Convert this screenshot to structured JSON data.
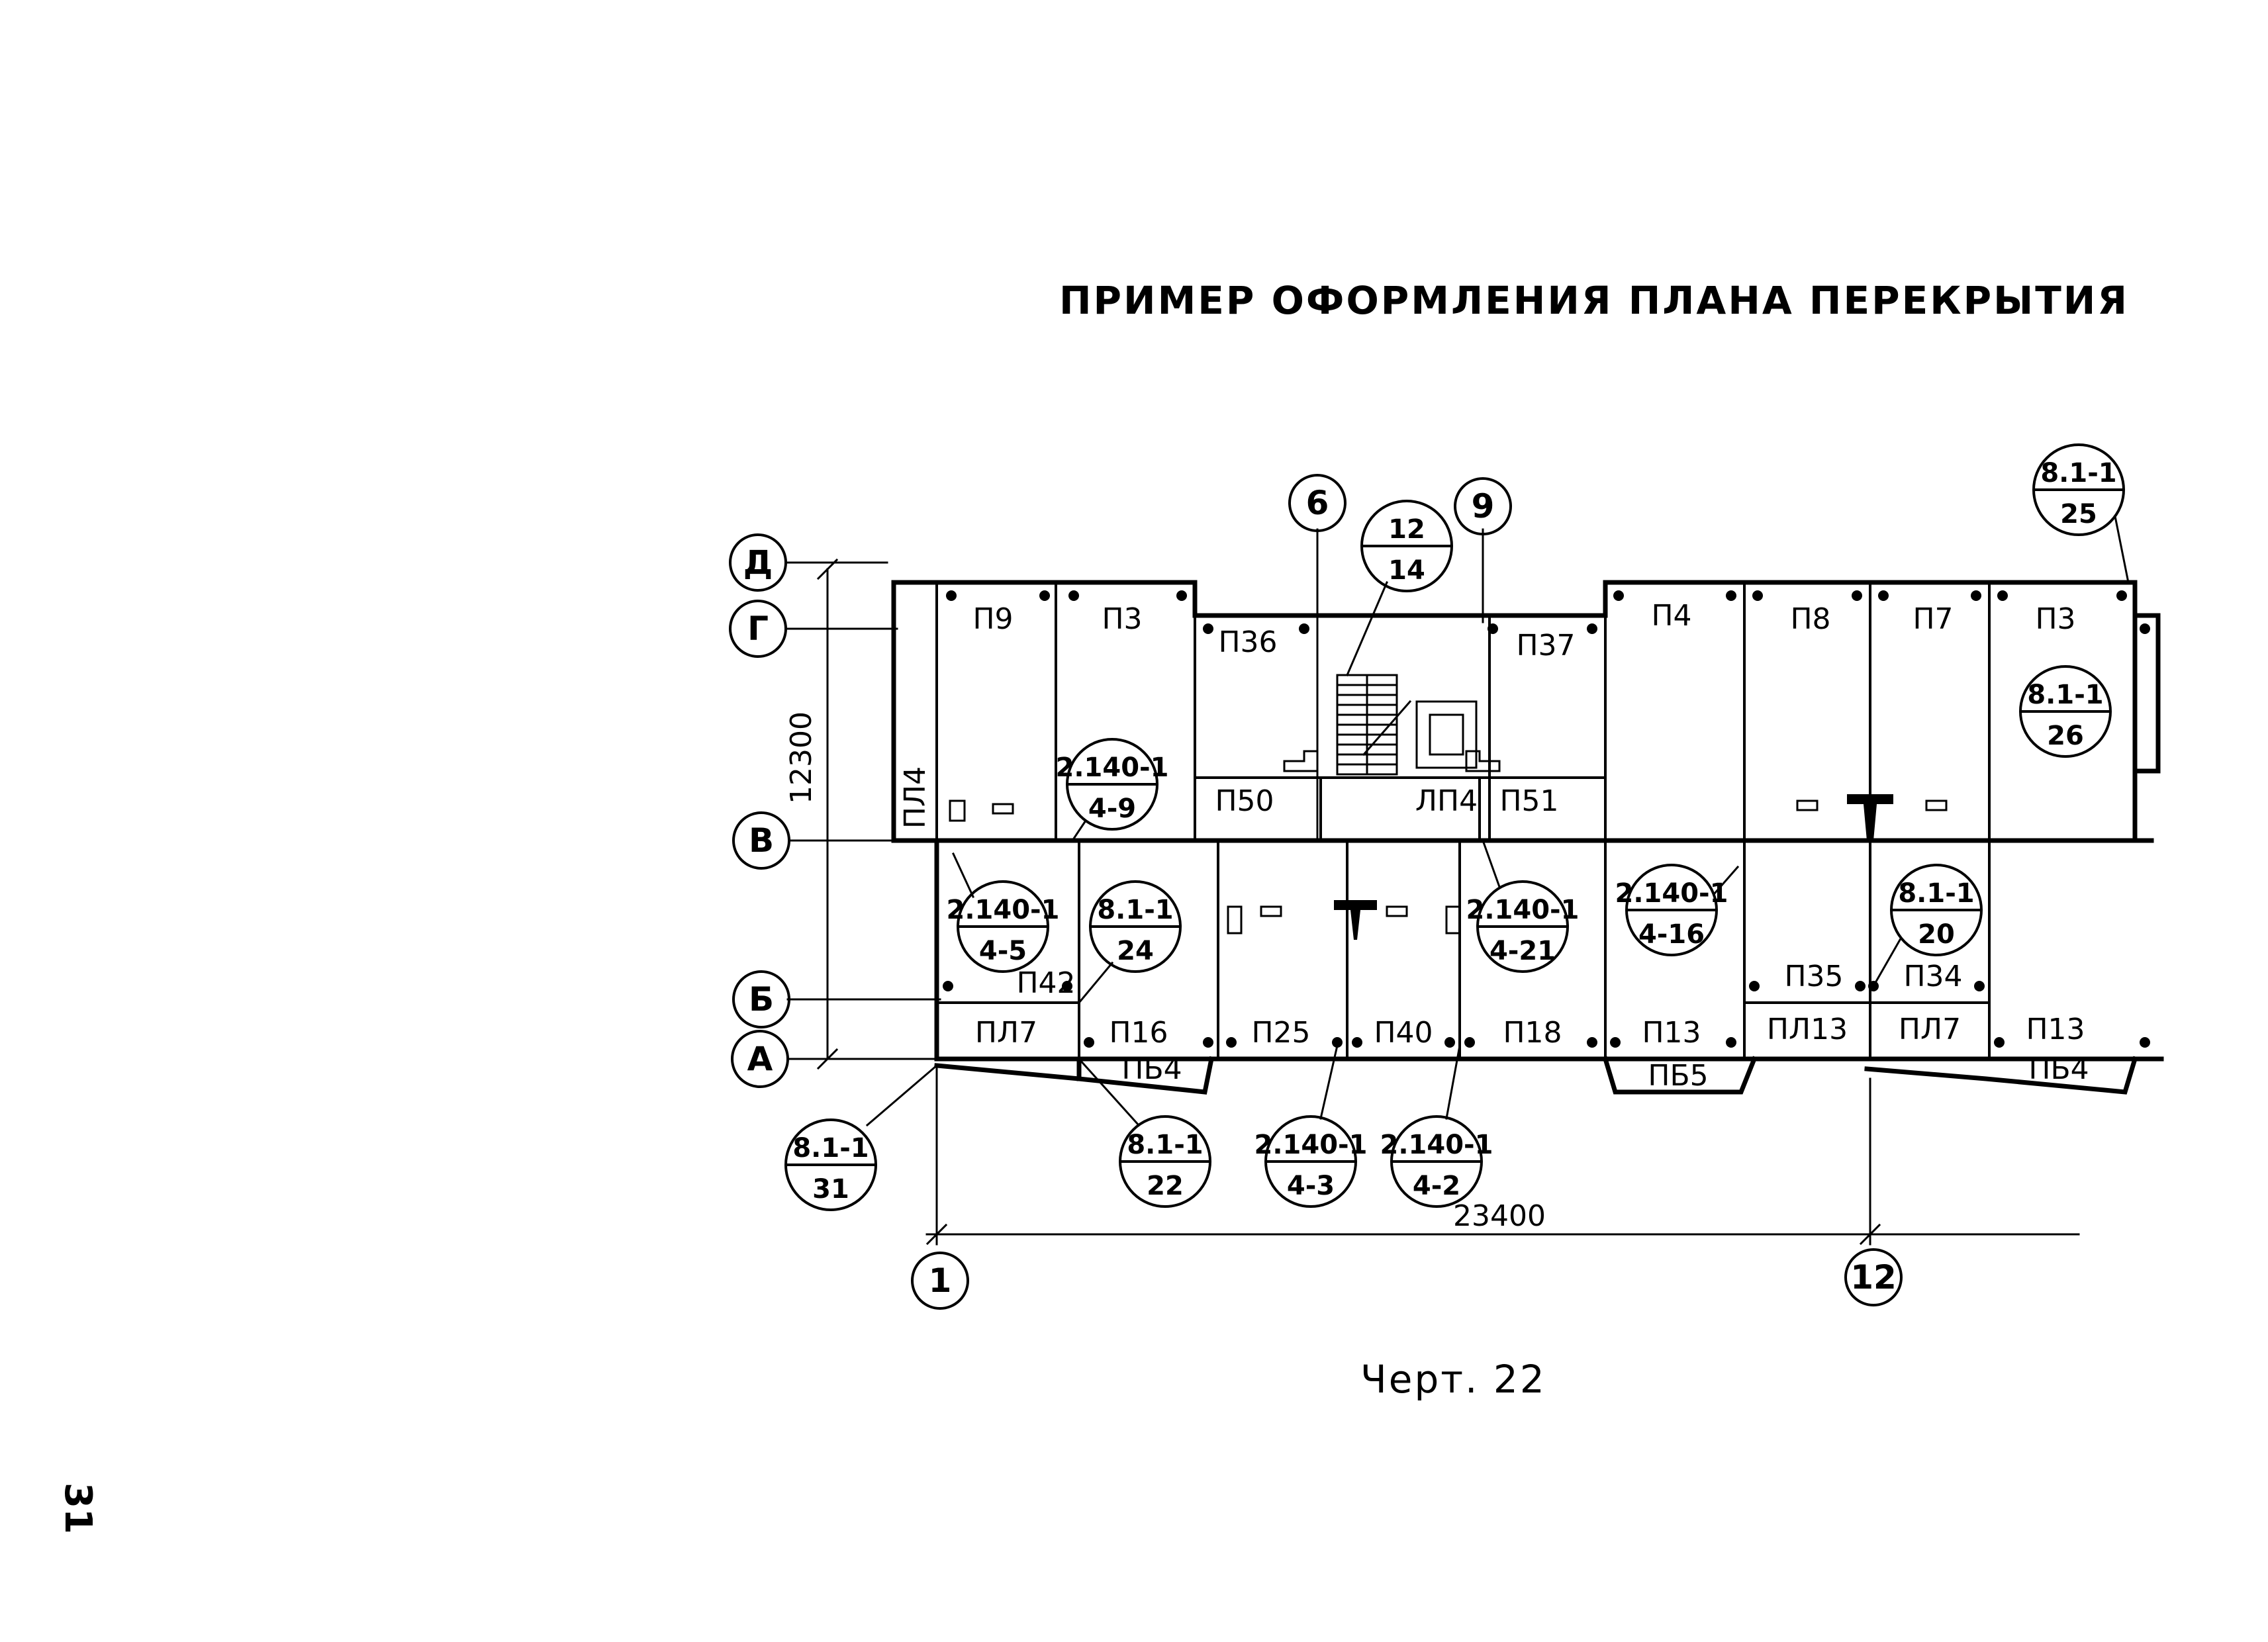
{
  "title": "ПРИМЕР ОФОРМЛЕНИЯ ПЛАНА ПЕРЕКРЫТИЯ",
  "caption": "Черт. 22",
  "page_number": "31",
  "dimensions": {
    "height": "12300",
    "width": "23400"
  },
  "axes": {
    "rows": [
      "Д",
      "Г",
      "В",
      "Б",
      "А"
    ],
    "cols": [
      "1",
      "6",
      "9",
      "12"
    ]
  },
  "panels": {
    "p9": "П9",
    "p3a": "П3",
    "p36": "П36",
    "p37": "П37",
    "p4": "П4",
    "p8": "П8",
    "p7": "П7",
    "p3b": "П3",
    "pl4": "ПЛ4",
    "p50": "П50",
    "lp4": "ЛП4",
    "p51": "П51",
    "p42": "П42",
    "p35": "П35",
    "p34": "П34",
    "pl7a": "ПЛ7",
    "p16": "П16",
    "p25": "П25",
    "p40": "П40",
    "p18": "П18",
    "p13a": "П13",
    "pl13": "ПЛ13",
    "pl7b": "ПЛ7",
    "p13b": "П13",
    "pb4a": "ПБ4",
    "pb5": "ПБ5",
    "pb4b": "ПБ4"
  },
  "refs": {
    "r25": {
      "top": "8.1-1",
      "bottom": "25"
    },
    "r14": {
      "top": "12",
      "bottom": "14"
    },
    "r26": {
      "top": "8.1-1",
      "bottom": "26"
    },
    "r49": {
      "top": "2.140-1",
      "bottom": "4-9"
    },
    "r45": {
      "top": "2.140-1",
      "bottom": "4-5"
    },
    "r24": {
      "top": "8.1-1",
      "bottom": "24"
    },
    "r421": {
      "top": "2.140-1",
      "bottom": "4-21"
    },
    "r416": {
      "top": "2.140-1",
      "bottom": "4-16"
    },
    "r20": {
      "top": "8.1-1",
      "bottom": "20"
    },
    "r31": {
      "top": "8.1-1",
      "bottom": "31"
    },
    "r22": {
      "top": "8.1-1",
      "bottom": "22"
    },
    "r43": {
      "top": "2.140-1",
      "bottom": "4-3"
    },
    "r42": {
      "top": "2.140-1",
      "bottom": "4-2"
    }
  }
}
